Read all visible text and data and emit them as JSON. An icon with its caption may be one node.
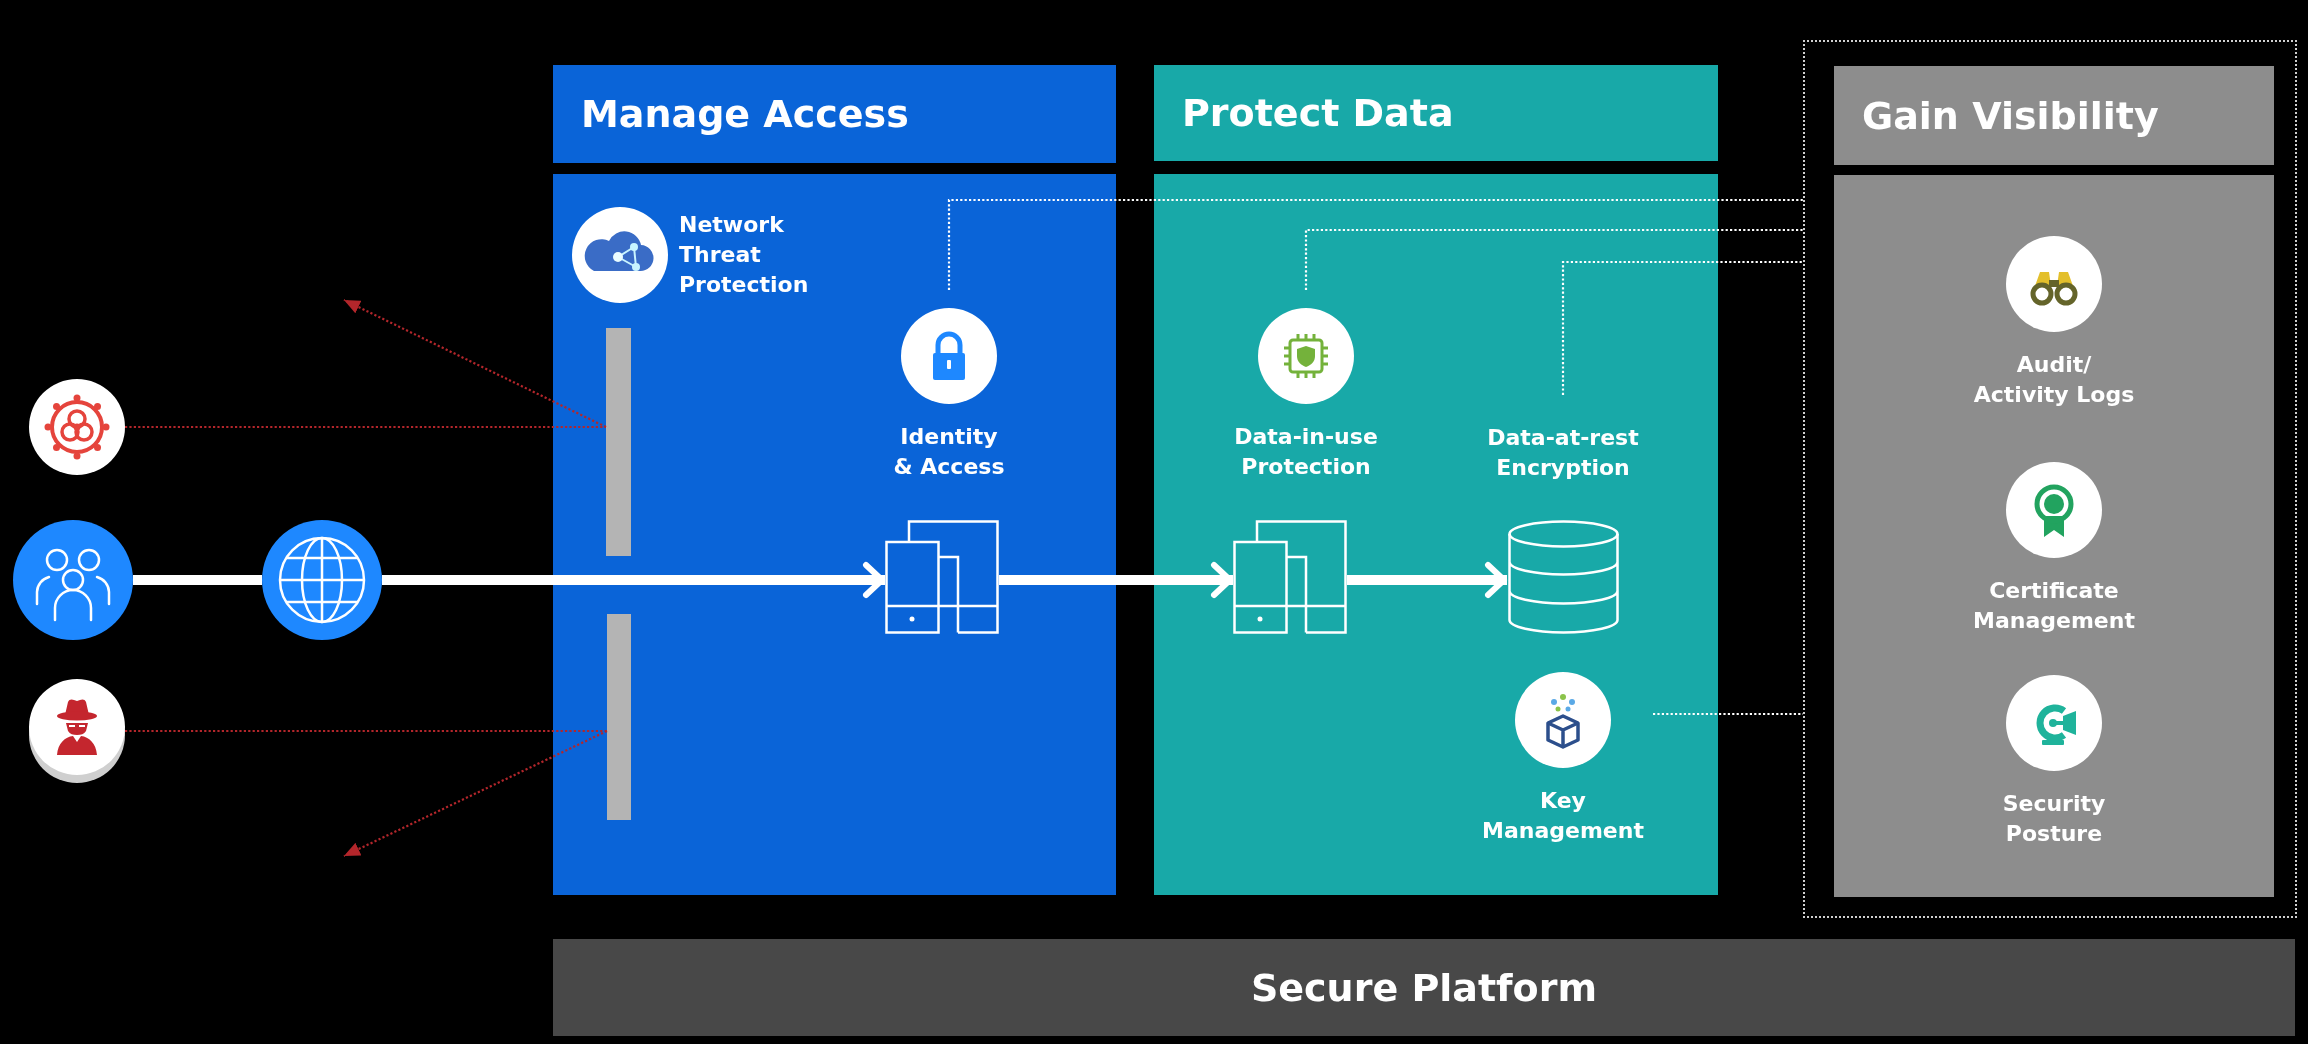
{
  "diagram": {
    "nodes": [
      {
        "text": [],
        "shape": "circle"
      },
      {
        "text": [],
        "shape": "circle"
      },
      {
        "text": [],
        "shape": "circle"
      },
      {
        "text": [],
        "shape": "circle"
      },
      {
        "text": [
          "Manage Access"
        ]
      },
      {
        "text": [],
        "shape": "box"
      },
      {
        "text": [
          "Network Threat Protection"
        ],
        "in": 5
      },
      {
        "text": [],
        "shape": "bar",
        "in": 5
      },
      {
        "text": [
          "Identity & Access"
        ],
        "in": 5
      },
      {
        "text": [],
        "shape": "picture",
        "in": 5
      },
      {
        "text": [],
        "shape": "bar",
        "in": 5
      },
      {
        "text": [
          "Protect Data"
        ]
      },
      {
        "text": [],
        "shape": "box"
      },
      {
        "text": [
          "Data-in-use Protection"
        ],
        "in": 12
      },
      {
        "text": [
          "Data-at-rest Encryption"
        ],
        "in": 12
      },
      {
        "text": [],
        "shape": "picture",
        "in": 12
      },
      {
        "text": [],
        "shape": "cylinder",
        "in": 12
      },
      {
        "text": [
          "Key Management"
        ],
        "in": 12
      },
      {
        "text": [],
        "shape": "box"
      },
      {
        "text": [
          "Gain Visibility"
        ],
        "in": 18
      },
      {
        "text": [],
        "shape": "box",
        "in": 18
      },
      {
        "text": [
          "Audit/ Activity Logs"
        ],
        "in": 20
      },
      {
        "text": [
          "Certificate Management"
        ],
        "in": 20
      },
      {
        "text": [
          "Security Posture"
        ],
        "in": 20
      },
      {
        "text": [
          "Secure Platform"
        ]
      }
    ],
    "edges": [
      {
        "from": 0,
        "to": 7,
        "arrow": "none",
        "style": "dashed",
        "color": "#b3262b"
      },
      {
        "from": 7,
        "to": null,
        "arrow": "to",
        "style": "dashed",
        "color": "#b3262b"
      },
      {
        "from": 3,
        "to": 10,
        "arrow": "none",
        "style": "dashed",
        "color": "#b3262b"
      },
      {
        "from": 10,
        "to": null,
        "arrow": "to",
        "style": "dashed",
        "color": "#b3262b"
      },
      {
        "from": 1,
        "to": 2,
        "arrow": "none",
        "style": "thick"
      },
      {
        "from": 2,
        "to": 9,
        "arrow": "to",
        "style": "thick"
      },
      {
        "from": 9,
        "to": 15,
        "arrow": "to",
        "style": "thick"
      },
      {
        "from": 15,
        "to": 16,
        "arrow": "to",
        "style": "thick"
      },
      {
        "from": 8,
        "to": 18,
        "arrow": "none",
        "style": "dashed"
      },
      {
        "from": 13,
        "to": 18,
        "arrow": "none",
        "style": "dashed"
      },
      {
        "from": 14,
        "to": 18,
        "arrow": "none",
        "style": "dashed"
      },
      {
        "from": 17,
        "to": 18,
        "arrow": "none",
        "style": "dashed"
      }
    ]
  }
}
